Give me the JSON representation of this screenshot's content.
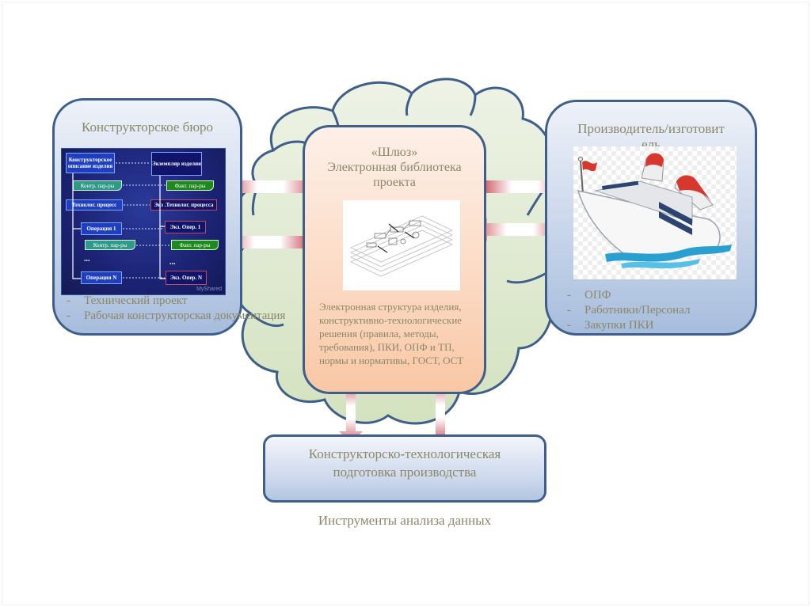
{
  "diagram": {
    "colors": {
      "outline": "#3e5f8a",
      "text": "#8b8768",
      "cloud_fill": "#dfe9cf",
      "center_fill": "#fbd9c2",
      "panel_fill": "#c9d6ea",
      "arrow": "#c9505a"
    },
    "left_panel": {
      "title": "Конструкторское бюро",
      "items": [
        "Технический проект",
        "Рабочая конструкторская документация"
      ],
      "image": {
        "boxes": [
          "Конструкторское описание изделия",
          "Экземпляр изделия",
          "Контр. пар-ры",
          "Факт. пар-ры",
          "Технолог. процесс",
          "Экз .Технолог. процесса",
          "Операция 1",
          "Экз. Опер. 1",
          "Контр. пар-ры",
          "Факт. пар-ры",
          "Операция N",
          "Экз. Опер. N"
        ],
        "ellipsis": "...",
        "watermark": "MyShared"
      }
    },
    "center_panel": {
      "title_line1": "«Шлюз»",
      "title_line2": "Электронная библиотека",
      "title_line3": "проекта",
      "description": "Электронная структура изделия, конструктивно-технологические решения (правила, методы, требования), ПКИ, ОПФ и ТП, нормы и нормативы, ГОСТ, ОСТ",
      "image_icon": "isometric-drawing-sheets"
    },
    "right_panel": {
      "title": "Производитель/изготовит ель",
      "title_line1": "Производитель/изготовит",
      "title_line2": "ель",
      "items": [
        "ОПФ",
        "Работники/Персонал",
        "Закупки ПКИ"
      ],
      "image_icon": "cruise-ship"
    },
    "bottom_panel": {
      "line1": "Конструкторско-технологическая",
      "line2": "подготовка производства"
    },
    "caption": "Инструменты анализа данных"
  }
}
